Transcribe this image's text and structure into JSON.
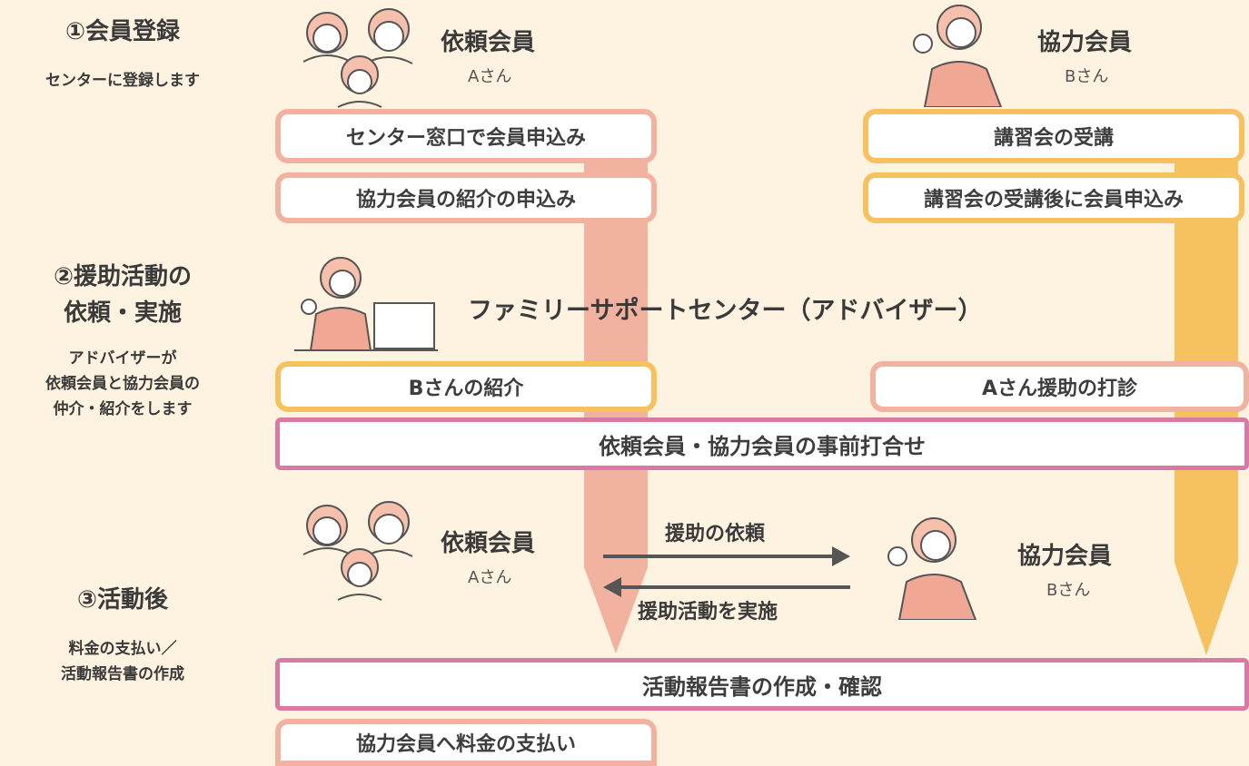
{
  "steps": {
    "step1": {
      "title": "①会員登録",
      "desc": "センターに登録します"
    },
    "step2": {
      "title_line1": "②援助活動の",
      "title_line2": "依頼・実施",
      "desc_line1": "アドバイザーが",
      "desc_line2": "依頼会員と協力会員の",
      "desc_line3": "仲介・紹介をします"
    },
    "step3": {
      "title": "③活動後",
      "desc_line1": "料金の支払い／",
      "desc_line2": "活動報告書の作成"
    }
  },
  "members": {
    "requester": {
      "name": "依頼会員",
      "sub": "Aさん"
    },
    "supporter": {
      "name": "協力会員",
      "sub": "Bさん"
    }
  },
  "center_title": "ファミリーサポートセンター（アドバイザー）",
  "boxes": {
    "requester_apply": "センター窓口で会員申込み",
    "requester_intro": "協力会員の紹介の申込み",
    "supporter_course": "講習会の受講",
    "supporter_apply": "講習会の受講後に会員申込み",
    "intro_b": "Bさんの紹介",
    "ask_a": "Aさん援助の打診",
    "meeting": "依頼会員・協力会員の事前打合せ",
    "report": "活動報告書の作成・確認",
    "payment": "協力会員へ料金の支払い"
  },
  "arrows": {
    "request": "援助の依頼",
    "perform": "援助活動を実施"
  },
  "colors": {
    "background": "#fef3e1",
    "pink_border": "#f2b2a0",
    "yellow_border": "#f6c25f",
    "magenta_border": "#d97aa4",
    "pink_column": "#f2b2a0",
    "yellow_column": "#f6c25f",
    "arrow": "#555555"
  }
}
